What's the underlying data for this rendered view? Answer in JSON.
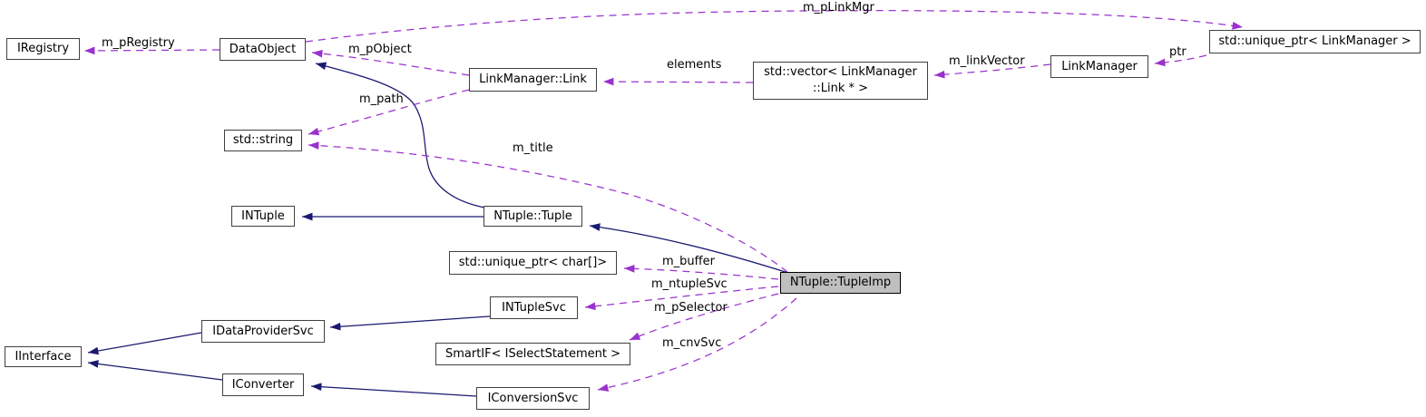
{
  "colors": {
    "inheritance-edge": "#191970",
    "usage-edge": "#9a32cd",
    "node-border": "#404040",
    "node-fill": "#ffffff",
    "highlight-fill": "#bfbfbf",
    "text-color": "#000000",
    "background": "#ffffff"
  },
  "nodes": {
    "iregistry": {
      "label": "IRegistry"
    },
    "dataobject": {
      "label": "DataObject"
    },
    "linkmanager_link": {
      "label": "LinkManager::Link"
    },
    "vector_linkmanager_link": {
      "label": "std::vector< LinkManager\n::Link * >"
    },
    "linkmanager": {
      "label": "LinkManager"
    },
    "unique_ptr_linkmanager": {
      "label": "std::unique_ptr< LinkManager >"
    },
    "std_string": {
      "label": "std::string"
    },
    "intuple": {
      "label": "INTuple"
    },
    "ntuple_tuple": {
      "label": "NTuple::Tuple"
    },
    "unique_ptr_char": {
      "label": "std::unique_ptr< char[]>"
    },
    "ntuple_tupleimp": {
      "label": "NTuple::TupleImp"
    },
    "intuplesvc": {
      "label": "INTupleSvc"
    },
    "smartif_iselectstatement": {
      "label": "SmartIF< ISelectStatement >"
    },
    "idataprovidersvc": {
      "label": "IDataProviderSvc"
    },
    "iinterface": {
      "label": "IInterface"
    },
    "iconverter": {
      "label": "IConverter"
    },
    "iconversionsvc": {
      "label": "IConversionSvc"
    }
  },
  "edge_labels": {
    "m_pRegistry": "m_pRegistry",
    "m_pLinkMgr": "m_pLinkMgr",
    "m_pObject": "m_pObject",
    "m_path": "m_path",
    "elements": "elements",
    "m_linkVector": "m_linkVector",
    "ptr": "ptr",
    "m_title": "m_title",
    "m_buffer": "m_buffer",
    "m_ntupleSvc": "m_ntupleSvc",
    "m_pSelector": "m_pSelector",
    "m_cnvSvc": "m_cnvSvc"
  }
}
